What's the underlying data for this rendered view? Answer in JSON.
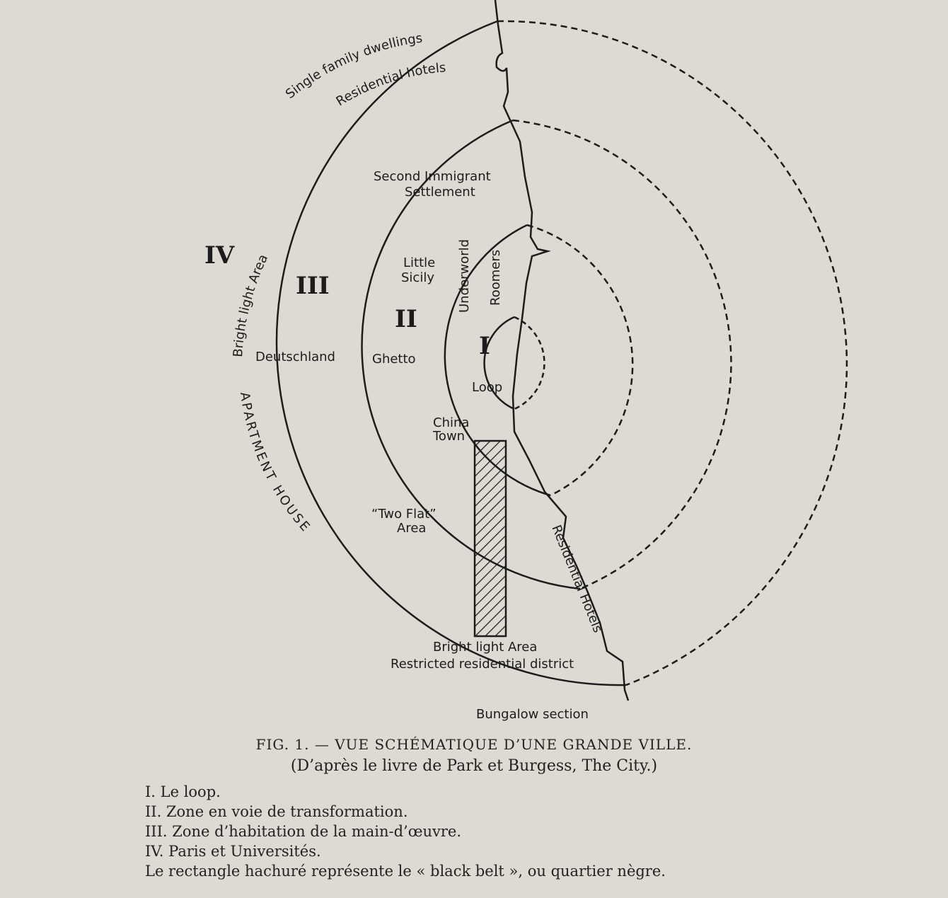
{
  "zones": {
    "zone_1": "I",
    "zone_2": "II",
    "zone_3": "III",
    "zone_4": "IV"
  },
  "labels": {
    "single_family": "Single family dwellings",
    "residential_hotels_top": "Residential hotels",
    "second_immigrant_1": "Second Immigrant",
    "second_immigrant_2": "Settlement",
    "little_sicily_1": "Little",
    "little_sicily_2": "Sicily",
    "underworld": "Underworld",
    "roomers": "Roomers",
    "deutschland": "Deutschland",
    "ghetto": "Ghetto",
    "loop": "Loop",
    "china_town_1": "China",
    "china_town_2": "Town",
    "two_flat_1": "“Two Flat”",
    "two_flat_2": "Area",
    "bright_light_left": "Bright light Area",
    "apartment_house": "APARTMENT HOUSE",
    "residential_hotels_right": "Residential Hotels",
    "bright_light_bottom": "Bright light Area",
    "restricted": "Restricted residential district",
    "bungalow": "Bungalow section"
  },
  "caption": {
    "line1": "FIG. 1. — VUE SCHÉMATIQUE D’UNE GRANDE VILLE.",
    "line2": "(D’après le livre de Park et Burgess, The City.)"
  },
  "legend": [
    "I.  Le loop.",
    "II.  Zone en voie de transformation.",
    "III.  Zone d’habitation de la main-d’œuvre.",
    "IV.  Paris et Universités.",
    "Le rectangle hachuré représente le « black belt », ou quartier nègre."
  ]
}
